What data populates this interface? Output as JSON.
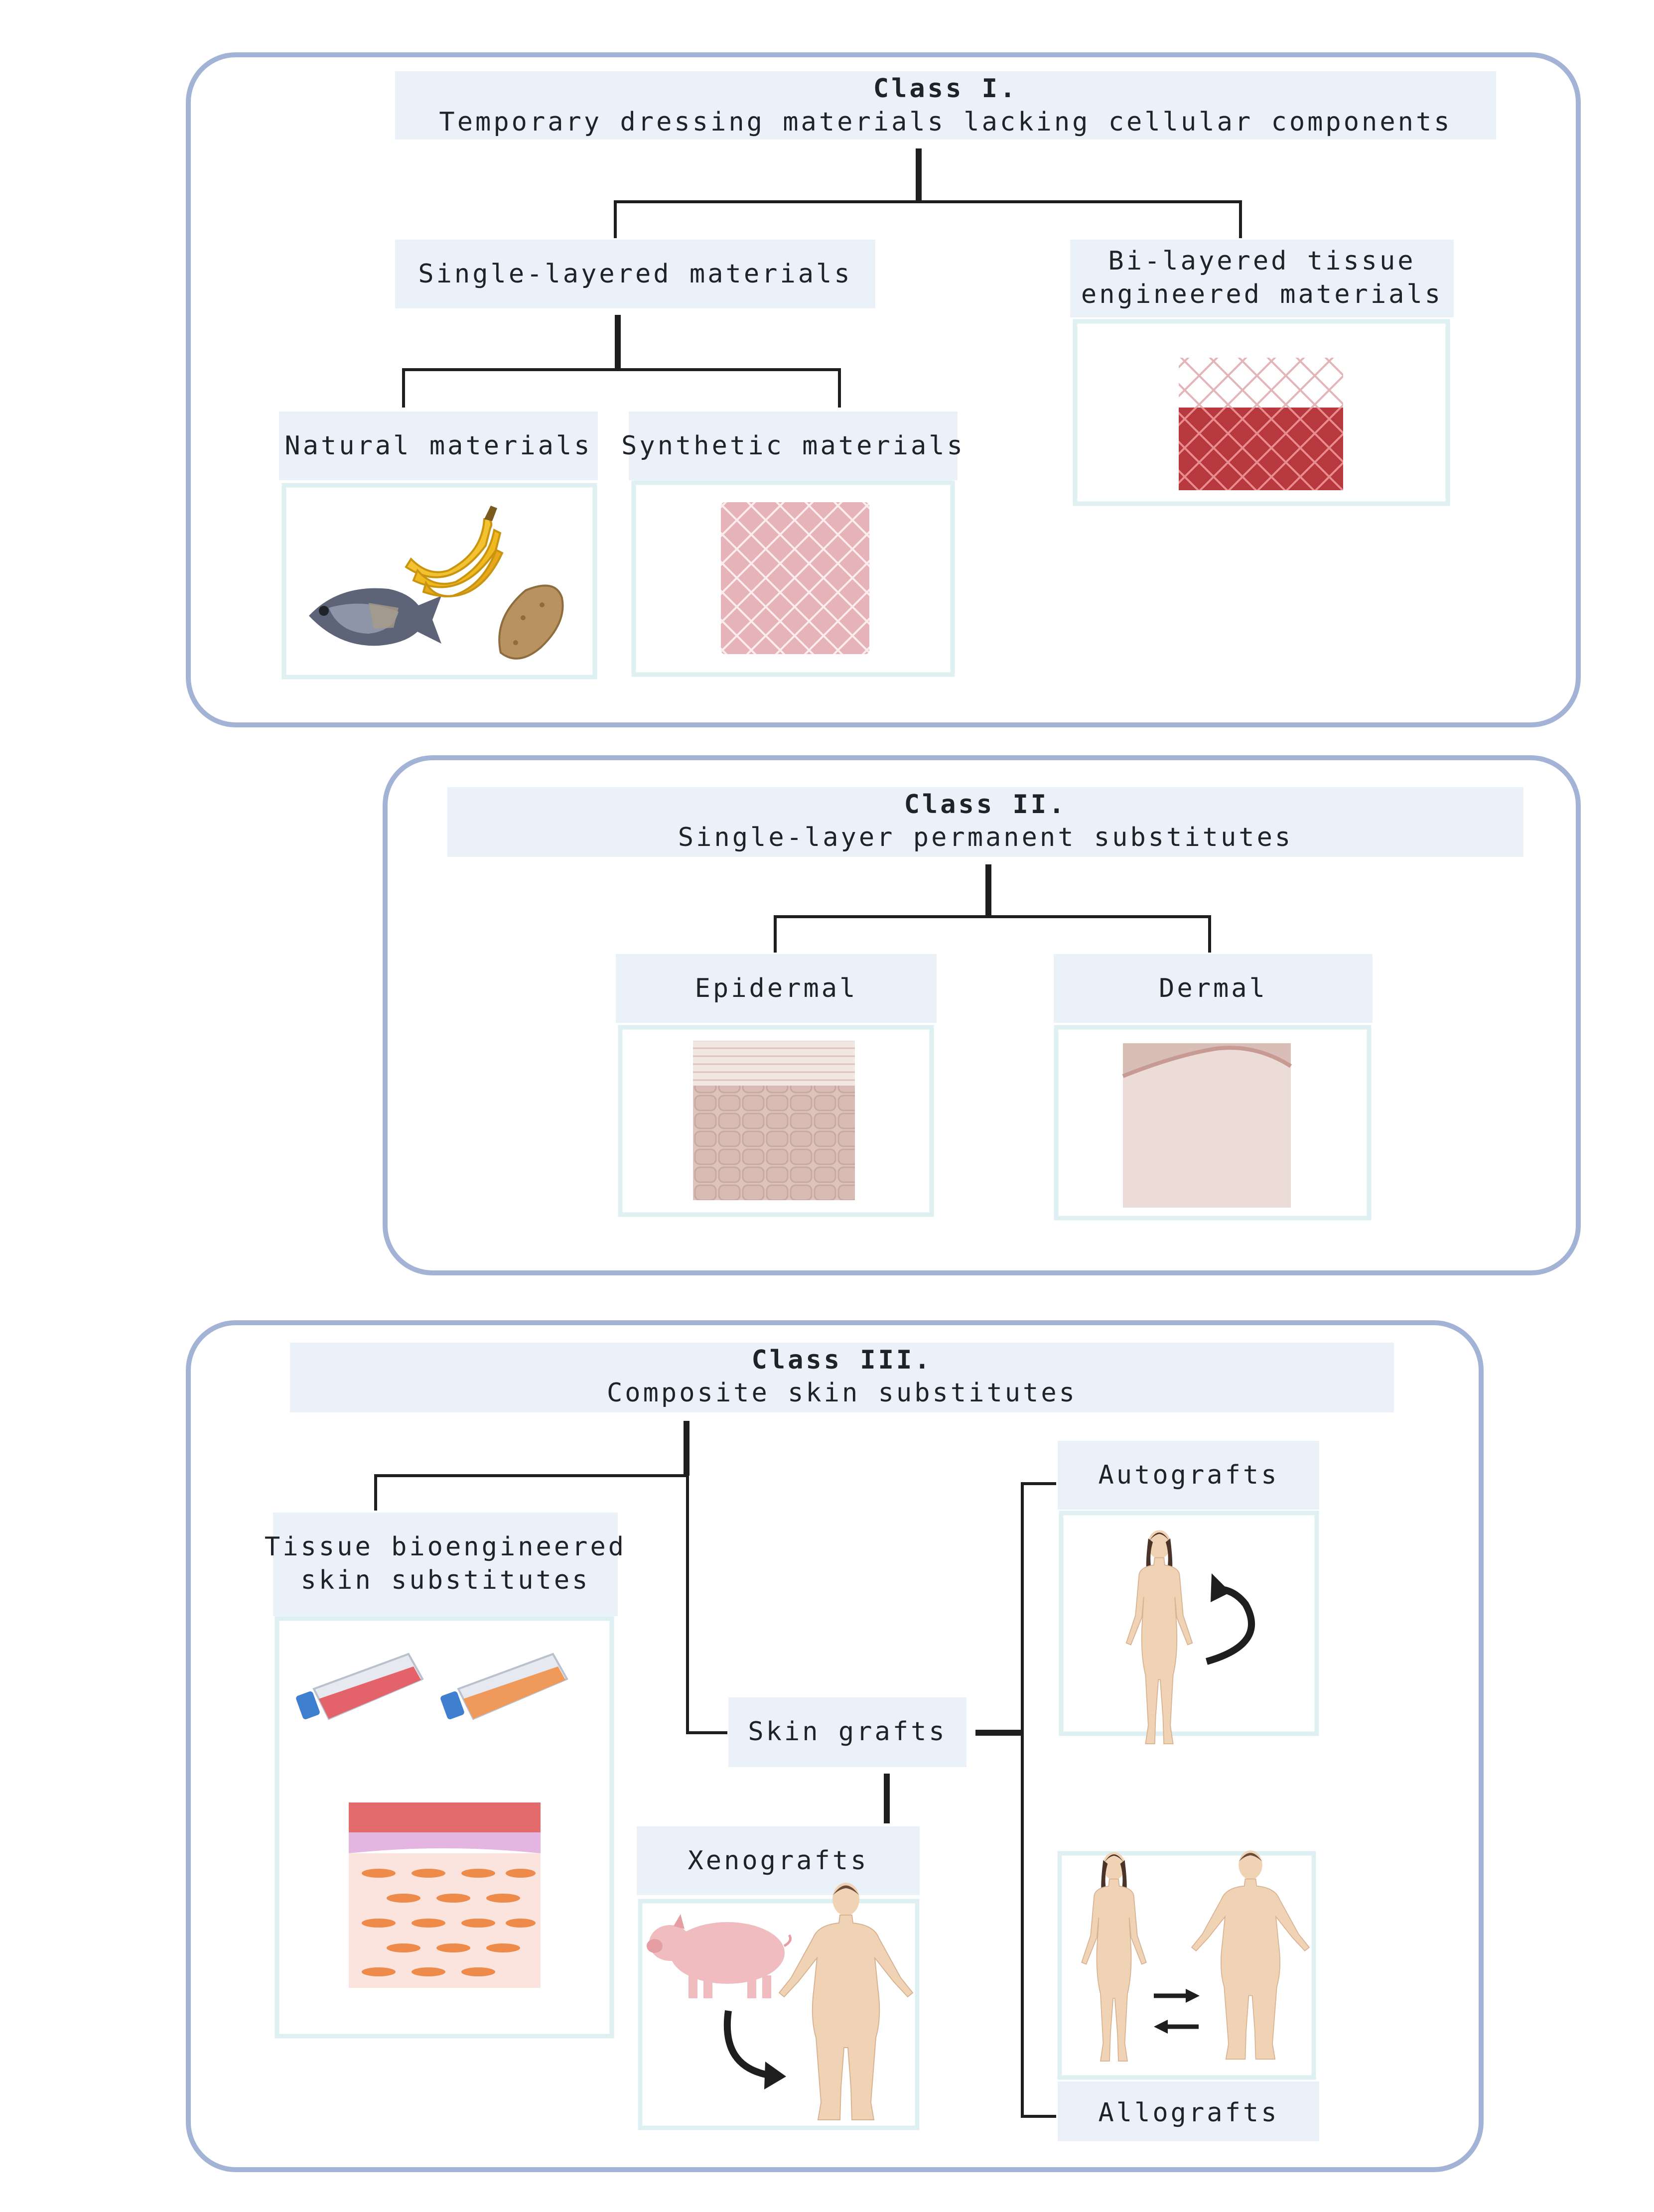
{
  "class1": {
    "title": "Class I.",
    "subtitle": "Temporary dressing materials lacking cellular components",
    "single_layered": "Single-layered materials",
    "bilayer_line1": "Bi-layered tissue",
    "bilayer_line2": "engineered materials",
    "natural": "Natural materials",
    "synthetic": "Synthetic materials"
  },
  "class2": {
    "title": "Class II.",
    "subtitle": "Single-layer permanent substitutes",
    "epidermal": "Epidermal",
    "dermal": "Dermal"
  },
  "class3": {
    "title": "Class III.",
    "subtitle": "Composite skin substitutes",
    "tissue_line1": "Tissue bioengineered",
    "tissue_line2": "skin substitutes",
    "skin_grafts": "Skin grafts",
    "xenografts": "Xenografts",
    "autografts": "Autografts",
    "allografts": "Allografts"
  },
  "colors": {
    "panel_border": "#a3b3d6",
    "header_fill": "#eaf1f9",
    "image_border": "#dff0f3",
    "connector": "#1e1e1e",
    "mesh_dark": "#b53c3f",
    "mesh_light": "#e8b6bb",
    "skin_tone": "#f0d2b4"
  }
}
